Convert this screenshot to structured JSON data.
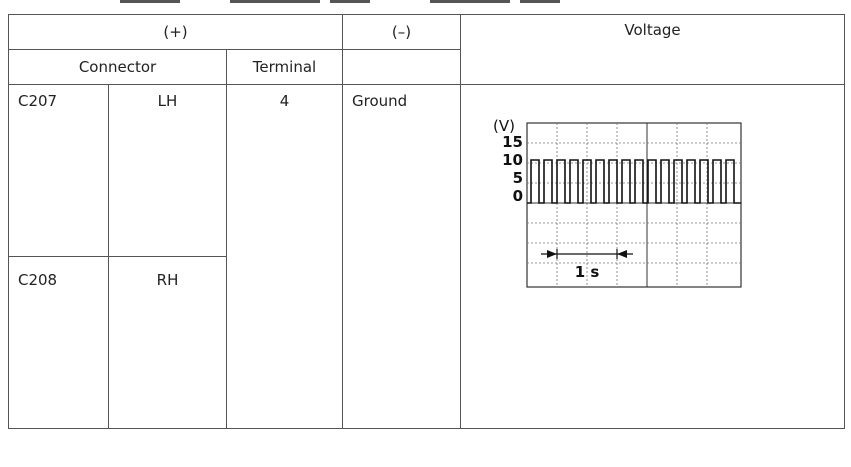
{
  "table": {
    "header_plus": "(+)",
    "header_minus": "(–)",
    "header_voltage": "Voltage",
    "sub_connector": "Connector",
    "sub_terminal": "Terminal",
    "rows": [
      {
        "connector": "C207",
        "side": "LH"
      },
      {
        "connector": "C208",
        "side": "RH"
      }
    ],
    "terminal": "4",
    "ground": "Ground"
  },
  "waveform": {
    "unit_label": "(V)",
    "ticks": [
      "15",
      "10",
      "5",
      "0"
    ],
    "time_label": "1 s"
  }
}
